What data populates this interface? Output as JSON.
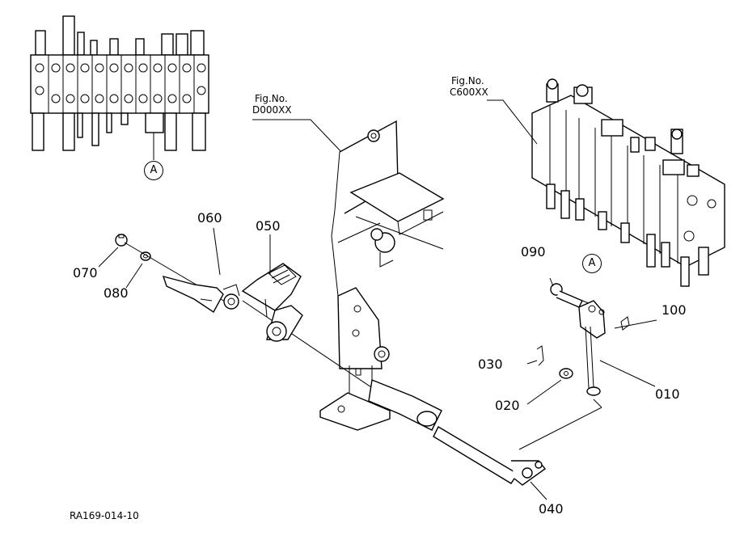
{
  "diagram": {
    "fig_refs": [
      {
        "prefix": "Fig.No.",
        "code": "D000XX"
      },
      {
        "prefix": "Fig.No.",
        "code": "C600XX"
      }
    ],
    "view_marker": "A",
    "parts": {
      "p010": "010",
      "p020": "020",
      "p030": "030",
      "p040": "040",
      "p050": "050",
      "p060": "060",
      "p070": "070",
      "p080": "080",
      "p090": "090",
      "p100": "100"
    },
    "drawing_code": "RA169-014-10"
  }
}
